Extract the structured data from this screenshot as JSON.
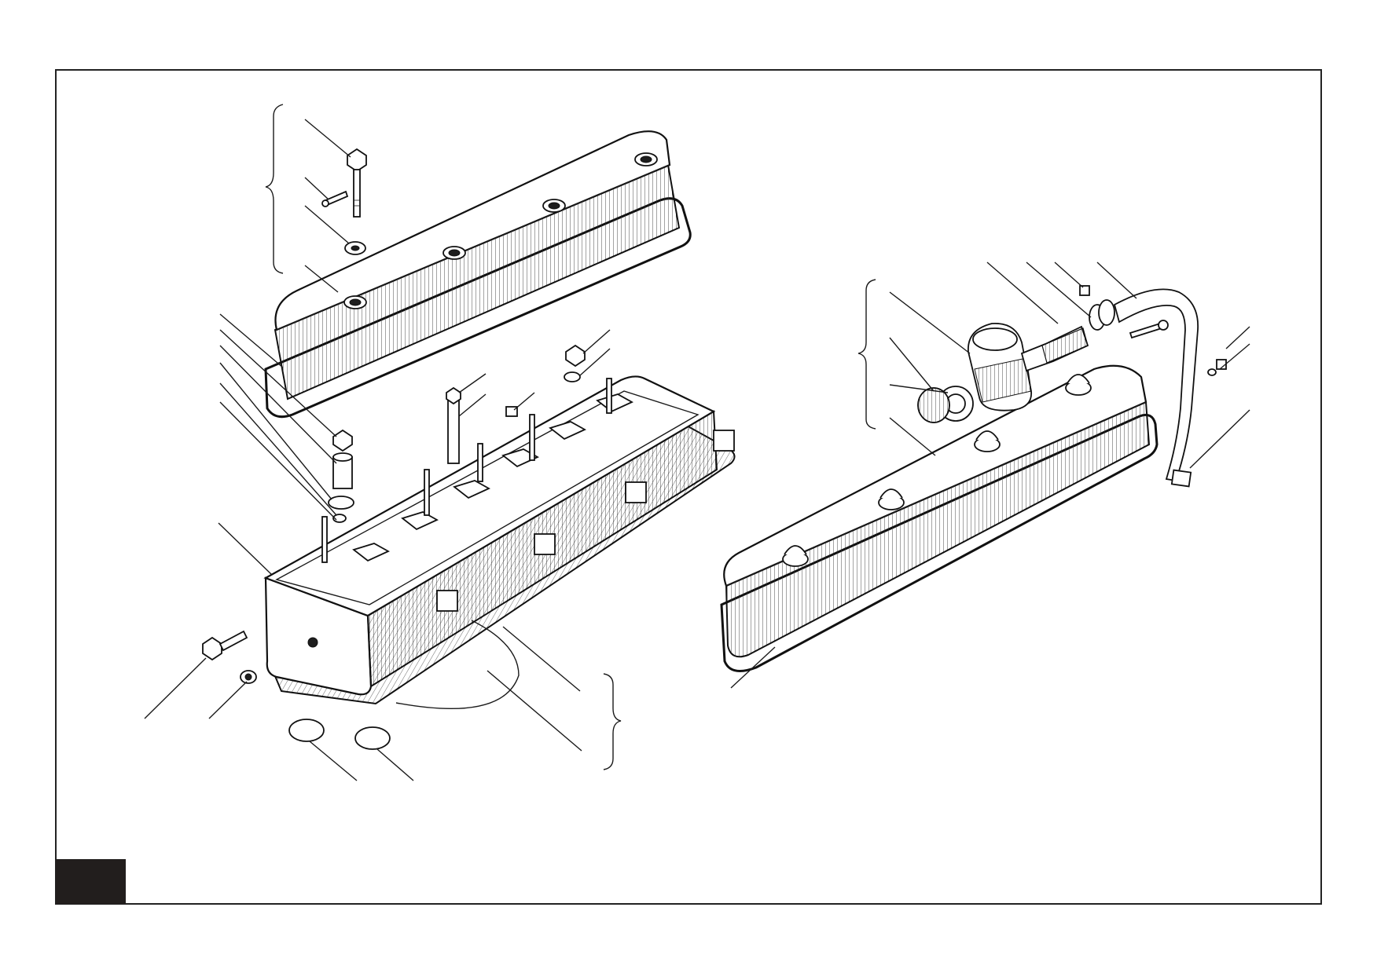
{
  "figure": {
    "page_tab_color": "#221e1d",
    "line_color": "#1a1a1a",
    "background": "#ffffff"
  },
  "assemblies": {
    "left": {
      "valve_cover": "valve-cover",
      "cylinder_head": "cylinder-head",
      "head_gasket": "head-gasket",
      "bolt_group": "cover-bolt-group",
      "gasket_group": "gasket-seal-group"
    },
    "right": {
      "valve_cover": "valve-cover",
      "filler_group": "oil-filler-group",
      "breather_pipe": "breather-pipe"
    }
  }
}
